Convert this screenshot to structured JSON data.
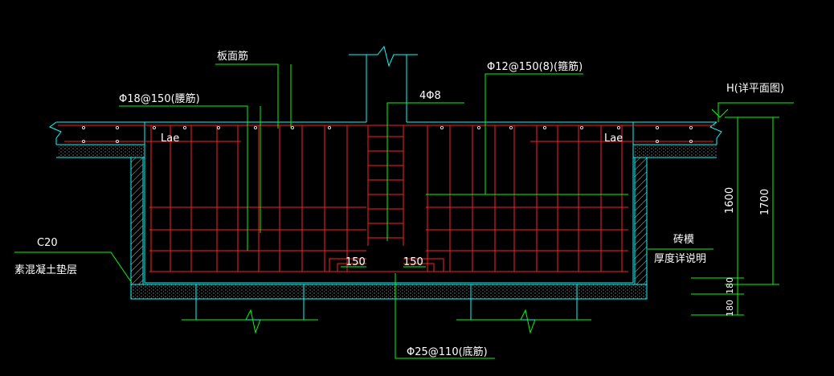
{
  "annotations": {
    "board_top_bar": "板面筋",
    "waist_bar": "Φ18@150(腰筋)",
    "bar_4phi8": "4Φ8",
    "stirrup": "Φ12@150(8)(箍筋)",
    "height_ref": "H(详平面图)",
    "lae_left": "Lae",
    "lae_right": "Lae",
    "concrete_grade": "C20",
    "cushion_layer": "素混凝土垫层",
    "brick_mold": "砖模",
    "thickness_note": "厚度详说明",
    "spacing_left": "150",
    "spacing_right": "150",
    "bottom_bar": "Φ25@110(底筋)"
  },
  "dimensions": {
    "d1600": "1600",
    "d1700": "1700",
    "d180a": "180",
    "d180b": "180"
  },
  "colors": {
    "background": "#000000",
    "outline": "#00ffff",
    "rebar": "#ff2020",
    "leader": "#00ff00",
    "dim": "#00ff00",
    "text": "#ffffff",
    "hatch": "#b0b0b0"
  }
}
